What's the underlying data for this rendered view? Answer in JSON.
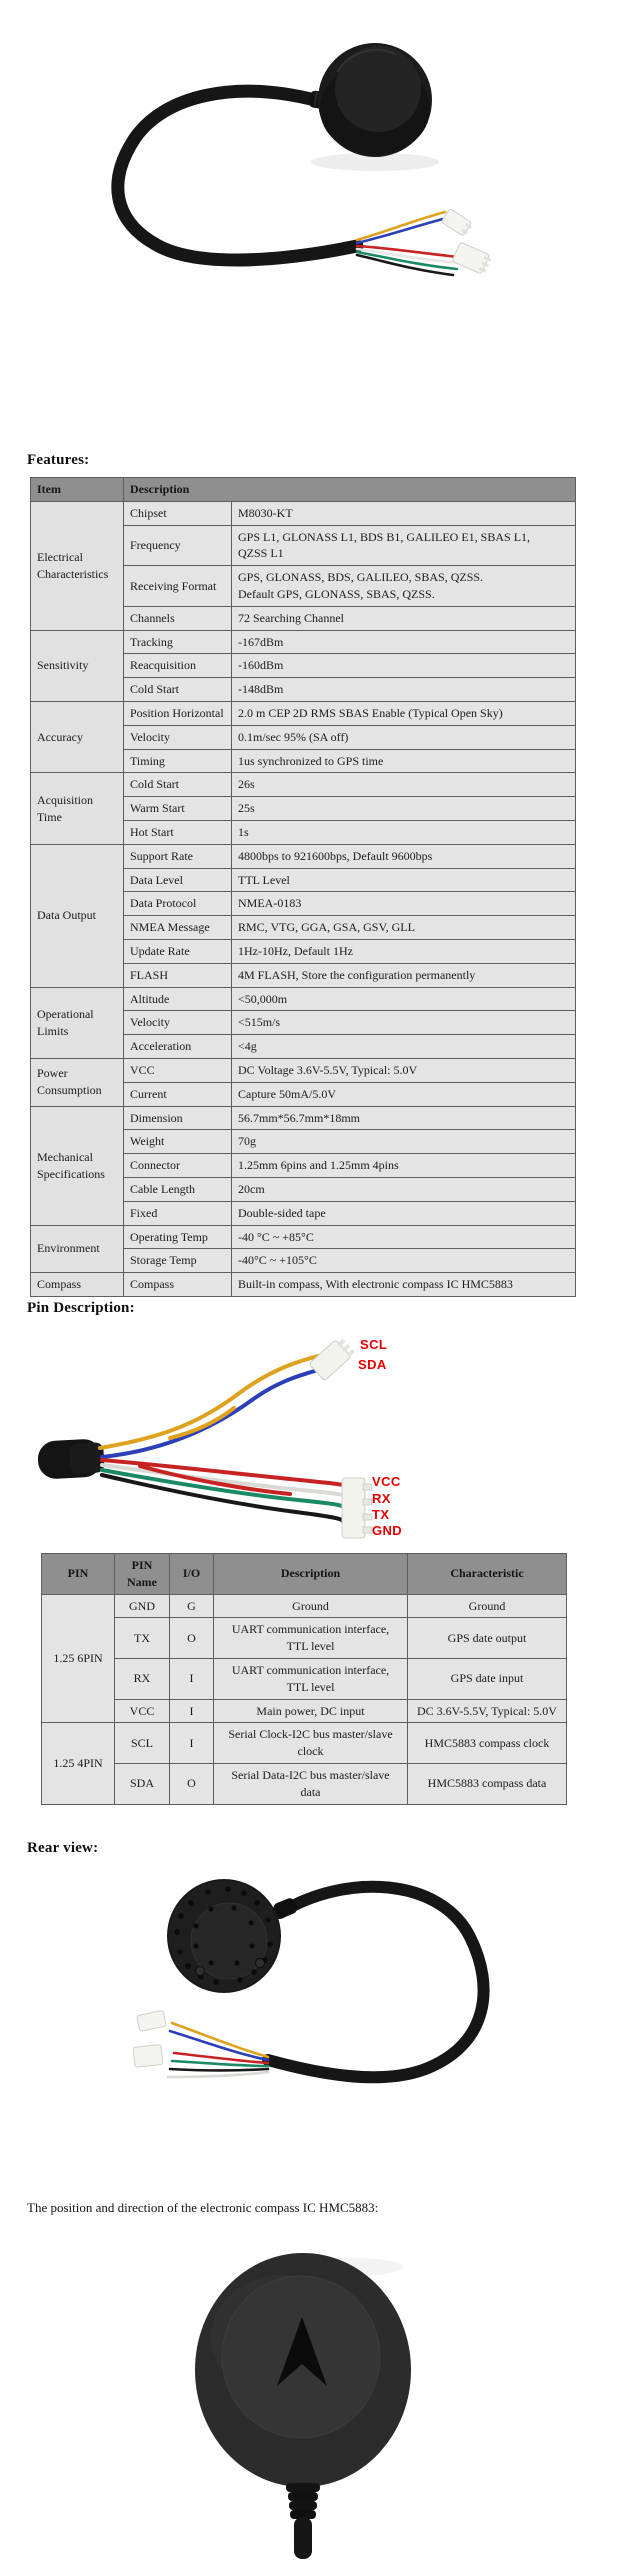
{
  "headings": {
    "features": "Features:",
    "pin_description": "Pin Description:",
    "rear_view": "Rear view:",
    "compass_note": "The position and direction of the electronic compass IC HMC5883:"
  },
  "colors": {
    "table_header_bg": "#8f8f8f",
    "table_body_bg": "#e4e4e4",
    "table_border": "#5e5e5e",
    "label_red": "#e60000",
    "wire_yellow": "#dfa21f",
    "wire_blue": "#2a3fb8",
    "wire_red": "#c82323",
    "wire_green": "#1a8a66",
    "wire_white": "#f0f0ee",
    "wire_black": "#181818"
  },
  "features_table": {
    "col_headers": [
      "Item",
      "Description"
    ],
    "groups": [
      {
        "item": "Electrical Characteristics",
        "rows": [
          {
            "name": "Chipset",
            "value": "M8030-KT"
          },
          {
            "name": "Frequency",
            "value": "GPS L1, GLONASS L1, BDS B1, GALILEO E1, SBAS L1,\nQZSS L1"
          },
          {
            "name": "Receiving Format",
            "value": "GPS, GLONASS, BDS, GALILEO, SBAS, QZSS.\nDefault GPS, GLONASS, SBAS, QZSS."
          },
          {
            "name": "Channels",
            "value": "72 Searching Channel"
          }
        ]
      },
      {
        "item": "Sensitivity",
        "rows": [
          {
            "name": "Tracking",
            "value": "-167dBm"
          },
          {
            "name": "Reacquisition",
            "value": "-160dBm"
          },
          {
            "name": "Cold Start",
            "value": "-148dBm"
          }
        ]
      },
      {
        "item": "Accuracy",
        "rows": [
          {
            "name": "Position Horizontal",
            "value": "2.0 m CEP 2D RMS SBAS Enable (Typical Open Sky)"
          },
          {
            "name": "Velocity",
            "value": "0.1m/sec 95% (SA off)"
          },
          {
            "name": "Timing",
            "value": "1us synchronized to GPS time"
          }
        ]
      },
      {
        "item": "Acquisition Time",
        "rows": [
          {
            "name": "Cold Start",
            "value": "26s"
          },
          {
            "name": "Warm Start",
            "value": "25s"
          },
          {
            "name": "Hot Start",
            "value": "1s"
          }
        ]
      },
      {
        "item": "Data Output",
        "rows": [
          {
            "name": "Support Rate",
            "value": "4800bps to 921600bps, Default 9600bps"
          },
          {
            "name": "Data Level",
            "value": "TTL Level"
          },
          {
            "name": "Data Protocol",
            "value": "NMEA-0183"
          },
          {
            "name": "NMEA Message",
            "value": "RMC, VTG, GGA, GSA, GSV, GLL"
          },
          {
            "name": "Update Rate",
            "value": "1Hz-10Hz, Default 1Hz"
          },
          {
            "name": "FLASH",
            "value": "4M FLASH, Store the configuration permanently"
          }
        ]
      },
      {
        "item": "Operational Limits",
        "rows": [
          {
            "name": "Altitude",
            "value": "<50,000m"
          },
          {
            "name": "Velocity",
            "value": "<515m/s"
          },
          {
            "name": "Acceleration",
            "value": "<4g"
          }
        ]
      },
      {
        "item": "Power Consumption",
        "rows": [
          {
            "name": "VCC",
            "value": "DC Voltage 3.6V-5.5V, Typical: 5.0V"
          },
          {
            "name": "Current",
            "value": "Capture 50mA/5.0V"
          }
        ]
      },
      {
        "item": "Mechanical Specifications",
        "rows": [
          {
            "name": "Dimension",
            "value": "56.7mm*56.7mm*18mm"
          },
          {
            "name": "Weight",
            "value": "70g"
          },
          {
            "name": "Connector",
            "value": "1.25mm 6pins and 1.25mm 4pins"
          },
          {
            "name": "Cable Length",
            "value": "20cm"
          },
          {
            "name": "Fixed",
            "value": "Double-sided tape"
          }
        ]
      },
      {
        "item": "Environment",
        "rows": [
          {
            "name": "Operating Temp",
            "value": "-40 °C ~ +85°C"
          },
          {
            "name": "Storage Temp",
            "value": "-40°C ~ +105°C"
          }
        ]
      },
      {
        "item": "Compass",
        "rows": [
          {
            "name": "Compass",
            "value": "Built-in compass, With electronic compass IC HMC5883"
          }
        ]
      }
    ]
  },
  "cable_photo": {
    "top_labels": {
      "0": "SCL",
      "1": "SDA"
    },
    "bottom_labels": {
      "0": "VCC",
      "1": "RX",
      "2": "TX",
      "3": "GND"
    }
  },
  "pin_table": {
    "col_headers": [
      "PIN",
      "PIN Name",
      "I/O",
      "Description",
      "Characteristic"
    ],
    "groups": [
      {
        "pin": "1.25 6PIN",
        "rows": [
          {
            "name": "GND",
            "io": "G",
            "description": "Ground",
            "characteristic": "Ground"
          },
          {
            "name": "TX",
            "io": "O",
            "description": "UART communication interface,\nTTL level",
            "characteristic": "GPS date output"
          },
          {
            "name": "RX",
            "io": "I",
            "description": "UART communication interface,\nTTL level",
            "characteristic": "GPS date input"
          },
          {
            "name": "VCC",
            "io": "I",
            "description": "Main power, DC input",
            "characteristic": "DC 3.6V-5.5V, Typical: 5.0V"
          }
        ]
      },
      {
        "pin": "1.25 4PIN",
        "rows": [
          {
            "name": "SCL",
            "io": "I",
            "description": "Serial Clock-I2C bus master/slave\nclock",
            "characteristic": "HMC5883 compass clock"
          },
          {
            "name": "SDA",
            "io": "O",
            "description": "Serial Data-I2C bus master/slave\ndata",
            "characteristic": "HMC5883 compass data"
          }
        ]
      }
    ]
  }
}
